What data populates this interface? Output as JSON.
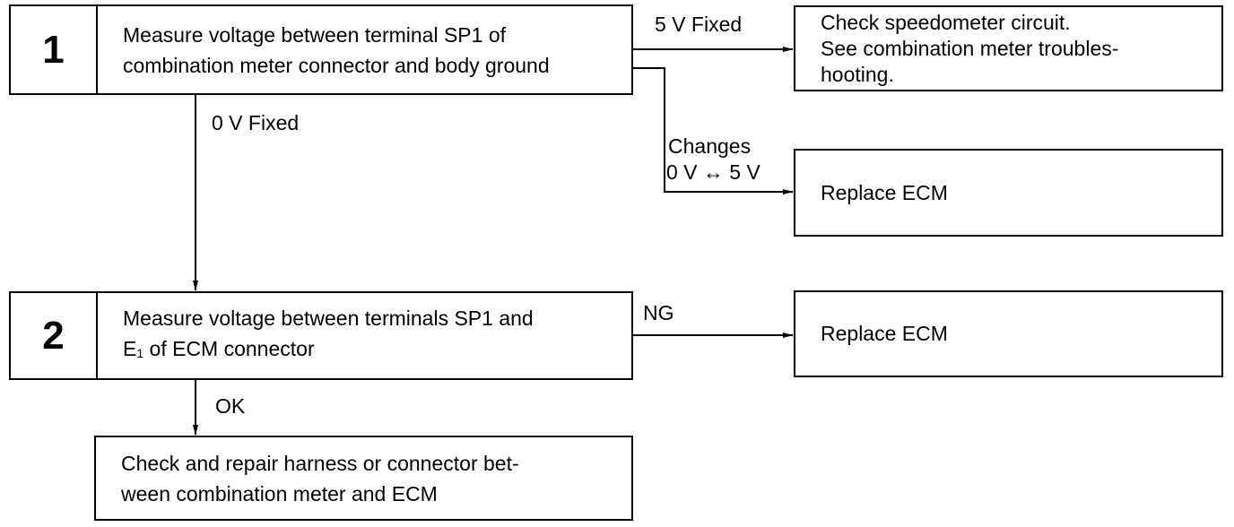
{
  "steps": [
    {
      "number": "1",
      "lines": [
        "Measure voltage between terminal SP1 of",
        "combination meter connector and body ground"
      ]
    },
    {
      "number": "2",
      "lines": [
        "Measure voltage between terminals SP1 and"
      ],
      "line2_main": "E",
      "line2_sub": "1",
      "line2_rest": " of ECM connector"
    }
  ],
  "results": {
    "speedometer": [
      "Check speedometer circuit.",
      "See combination meter troubles-",
      "hooting."
    ],
    "replace_ecm_1": "Replace ECM",
    "replace_ecm_2": "Replace ECM",
    "repair": [
      "Check and repair harness or connector bet-",
      "ween combination meter and ECM"
    ]
  },
  "branch_labels": {
    "five_v_fixed": "5 V Fixed",
    "zero_v_fixed": "0 V Fixed",
    "changes_line1": "Changes",
    "changes_line2": "0 V ↔ 5 V",
    "ng": "NG",
    "ok": "OK"
  }
}
